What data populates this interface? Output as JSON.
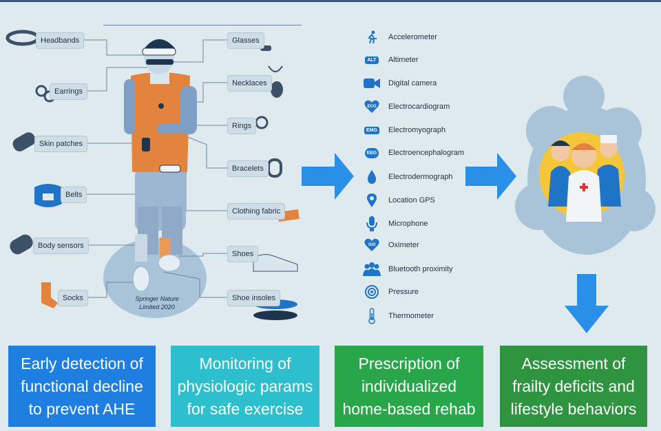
{
  "wearables": {
    "left": [
      "Headbands",
      "Earrings",
      "Skin patches",
      "Belts",
      "Body sensors",
      "Socks"
    ],
    "right": [
      "Glasses",
      "Necklaces",
      "Rings",
      "Bracelets",
      "Clothing fabric",
      "Shoes",
      "Shoe insoles"
    ],
    "credit_line1": "Springer Nature",
    "credit_line2": "Limited 2020"
  },
  "sensors": [
    {
      "label": "Accelerometer",
      "icon": "runner-icon"
    },
    {
      "label": "Altimeter",
      "icon": "mountain-icon",
      "badge": "ALT"
    },
    {
      "label": "Digital camera",
      "icon": "video-camera-icon"
    },
    {
      "label": "Electrocardiogram",
      "icon": "heart-icon",
      "badge": "ECG"
    },
    {
      "label": "Electromyograph",
      "icon": "muscle-icon",
      "badge": "EMG"
    },
    {
      "label": "Electroencephalogram",
      "icon": "brain-icon",
      "badge": "EEG"
    },
    {
      "label": "Electrodermograph",
      "icon": "drop-icon"
    },
    {
      "label": "Location GPS",
      "icon": "location-pin-icon"
    },
    {
      "label": "Microphone",
      "icon": "microphone-icon"
    },
    {
      "label": "Oximeter",
      "icon": "oxygen-heart-icon",
      "badge": "OXI"
    },
    {
      "label": "Bluetooth proximity",
      "icon": "people-icon"
    },
    {
      "label": "Pressure",
      "icon": "pressure-target-icon"
    },
    {
      "label": "Thermometer",
      "icon": "thermometer-icon"
    }
  ],
  "outcomes": [
    {
      "lines": [
        "Early detection of",
        "functional decline",
        "to prevent AHE"
      ],
      "color": "#1f7fe0"
    },
    {
      "lines": [
        "Monitoring of",
        "physiologic params",
        "for safe exercise"
      ],
      "color": "#2ebfcf"
    },
    {
      "lines": [
        "Prescription of",
        "individualized",
        "home-based rehab"
      ],
      "color": "#2aa64a"
    },
    {
      "lines": [
        "Assessment of",
        "frailty deficits and",
        "lifestyle behaviors"
      ],
      "color": "#2f9440"
    }
  ],
  "colors": {
    "arrow": "#2a8fe6",
    "background": "#dfeaef"
  }
}
